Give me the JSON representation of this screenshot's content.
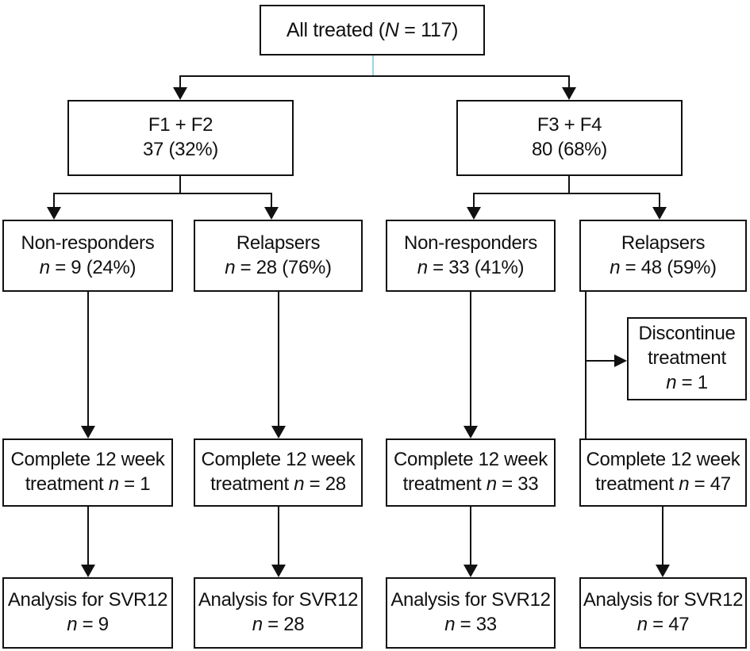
{
  "figure": {
    "type": "flowchart",
    "colors": {
      "line": "#111111",
      "connector_accent": "#9fd1e3",
      "box_background": "#ffffff"
    },
    "boxes": {
      "all_treated": {
        "prefix": "All treated (",
        "var": "N",
        "suffix": " = 117)"
      },
      "f1f2": {
        "line1": "F1 + F2",
        "line2": "37 (32%)"
      },
      "f3f4": {
        "line1": "F3 + F4",
        "line2": "80 (68%)"
      },
      "nonresp_f1f2": {
        "line1": "Non-responders",
        "var": "n",
        "suffix": " = 9 (24%)"
      },
      "relapsers_f1f2": {
        "line1": "Relapsers",
        "var": "n",
        "suffix": " = 28 (76%)"
      },
      "nonresp_f3f4": {
        "line1": "Non-responders",
        "var": "n",
        "suffix": " = 33 (41%)"
      },
      "relapsers_f3f4": {
        "line1": "Relapsers",
        "var": "n",
        "suffix": " = 48 (59%)"
      },
      "discontinue": {
        "line1": "Discontinue",
        "line2": "treatment",
        "var": "n",
        "suffix": " = 1"
      },
      "complete_1": {
        "line1": "Complete 12 week",
        "prefix": "treatment ",
        "var": "n",
        "suffix": " = 1"
      },
      "complete_2": {
        "line1": "Complete 12 week",
        "prefix": "treatment ",
        "var": "n",
        "suffix": " = 28"
      },
      "complete_3": {
        "line1": "Complete 12 week",
        "prefix": "treatment ",
        "var": "n",
        "suffix": " = 33"
      },
      "complete_4": {
        "line1": "Complete 12 week",
        "prefix": "treatment ",
        "var": "n",
        "suffix": " = 47"
      },
      "analysis_1": {
        "line1": "Analysis for SVR12",
        "var": "n",
        "suffix": " = 9"
      },
      "analysis_2": {
        "line1": "Analysis for SVR12",
        "var": "n",
        "suffix": " = 28"
      },
      "analysis_3": {
        "line1": "Analysis for SVR12",
        "var": "n",
        "suffix": " = 33"
      },
      "analysis_4": {
        "line1": "Analysis for SVR12",
        "var": "n",
        "suffix": " = 47"
      }
    }
  }
}
